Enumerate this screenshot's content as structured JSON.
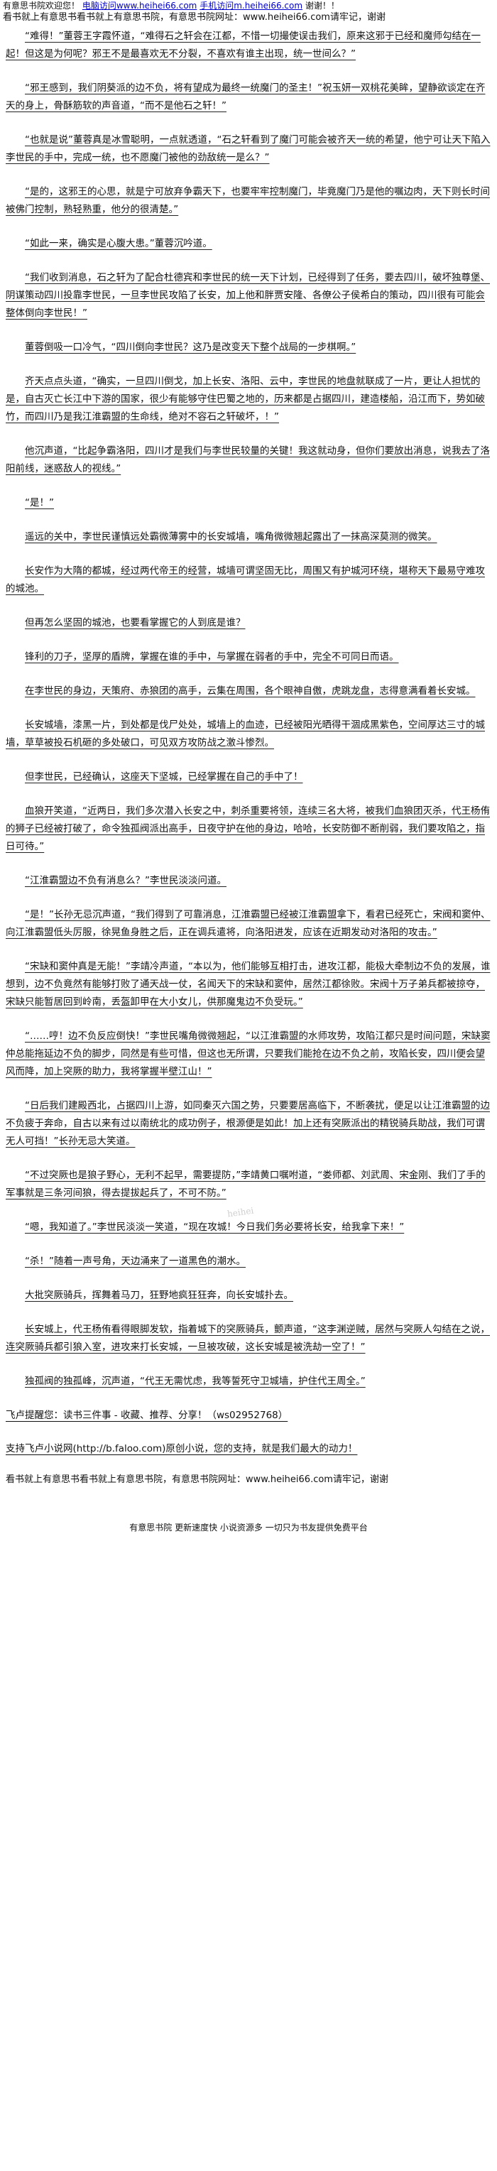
{
  "header": {
    "welcome": "有意思书院欢迎您！",
    "link_computer": "电脑访问www.heihei66.com",
    "link_mobile": "手机访问m.heihei66.com",
    "thanks": "谢谢！！",
    "site_line": "看书就上有意思书看书就上有意思书院，有意思书院网址：www.heihei66.com请牢记，谢谢"
  },
  "paragraphs": [
    "“难得！”董蓉王字霞怀道，“难得石之轩会在江都，不惜一切撮使误击我们，原来这邪于已经和魔师勾结在一起！但这是为何呢？邪王不是最喜欢无不分裂，不喜欢有谁主出现，统一世间么？”",
    "“邪王感到，我们阴葵派的边不负，将有望成为最终一统魔门的圣主！”祝玉妍一双桃花美眸，望静欲谈定在齐天的身上，骨酥筋软的声音道，“而不是他石之轩！”",
    "“也就是说”董蓉真是冰雪聪明，一点就透道，“石之轩看到了魔门可能会被齐天一统的希望，他宁可让天下陷入李世民的手中，完成一统，也不愿魔门被他的劲敌统一是么？”",
    "“是的，这邪王的心思，就是宁可放弃争霸天下，也要牢牢控制魔门，毕竟魔门乃是他的嘱边肉，天下则长时间被佛门控制，熟轻熟重，他分的很清楚。”",
    "“如此一来，确实是心腹大患。”董蓉沉吟道。",
    "“我们收到消息，石之轩为了配合杜德宾和李世民的统一天下计划，已经得到了任务，要去四川，破坏独尊堡、阴谋策动四川投靠李世民，一旦李世民攻陷了长安，加上他和胖贾安隆、各僚公子侯希白的策动，四川很有可能会整体倒向李世民！”",
    "董蓉倒吸一口冷气，“四川倒向李世民？这乃是改变天下整个战局的一步棋啊。”",
    "齐天点点头道，“确实，一旦四川倒戈，加上长安、洛阳、云中，李世民的地盘就联成了一片，更让人担忧的是，自古灭亡长江中下游的国家，很少有能够守住巴蜀之地的，历来都是占据四川，建造楼船，沿江而下，势如破竹，而四川乃是我江淮霸盟的生命线，绝对不容石之轩破坏，！”",
    "他沉声道，“比起争霸洛阳，四川才是我们与李世民较量的关键！我这就动身，但你们要放出消息，说我去了洛阳前线，迷惑敌人的视线。”",
    "“是！”",
    "遥远的关中，李世民谨慎远处霸微薄雾中的长安城墙，嘴角微微翘起露出了一抹高深莫测的微笑。",
    "长安作为大隋的都城，经过两代帝王的经营，城墙可谓坚固无比，周围又有护城河环绕，堪称天下最易守难攻的城池。",
    "但再怎么坚固的城池，也要看掌握它的人到底是谁？",
    "锋利的刀子，坚厚的盾牌，掌握在谁的手中，与掌握在弱者的手中，完全不可同日而语。",
    "在李世民的身边，天策府、赤狼团的高手，云集在周围，各个眼神自傲，虎跳龙盘，志得意满看着长安城。",
    "长安城墙，漆黑一片，到处都是伐尸处处，城墙上的血迹，已经被阳光晒得干涸成黑紫色，空间厚达三寸的城墙，草草被投石机砸的多处破口，可见双方攻防战之激斗惨烈。",
    "但李世民，已经确认，这座天下坚城，已经掌握在自己的手中了！",
    "血狼开笑道，“近两日，我们多次潜入长安之中，刺杀重要将领，连续三名大将，被我们血狼团灭杀，代王杨侑的狮子已经被打破了，命令独孤阀派出高手，日夜守护在他的身边，哈哈，长安防御不断削弱，我们要攻陷之，指日可待。”",
    "“江淮霸盟边不负有消息么？”李世民淡淡问道。",
    "“是！”长孙无忌沉声道，“我们得到了可靠消息，江淮霸盟已经被江淮霸盟拿下，看君已经死亡，宋阀和窦仲、向江淮霸盟低头厉服，徐晃鱼身胜之后，正在调兵遣将，向洛阳进发，应该在近期发动对洛阳的攻击。”",
    "“宋缺和窦仲真是无能！”李靖冷声道，“本以为，他们能够互相打击，进攻江都，能极大牵制边不负的发展，谁想到，边不负竟然有能够打败了通天战一仗，名闻天下的宋缺和窦仲，居然江都徐败。宋阀十万子弟兵都被掠夺，宋缺只能暂居回到岭南，丢盔卸甲在大小女儿，供那魔鬼边不负受玩。”",
    "“……哼！边不负反应倒快！”李世民嘴角微微翘起，“以江淮霸盟的水师攻势，攻陷江都只是时间问题，宋缺窦仲总能拖延边不负的脚步，同然是有些可惜，但这也无所谓，只要我们能抢在边不负之前，攻陷长安，四川便会望风而降，加上突厥的助力，我将掌握半壁江山！”",
    "“日后我们建殿西北，占据四川上游，如同秦灭六国之势，只要要居高临下，不断袭扰，便足以让江淮霸盟的边不负疲于奔命，自古以来有过以南统北的成功例子，根源便是如此！加上还有突厥派出的精锐骑兵助战，我们可谓无人可挡！”长孙无忌大笑道。",
    "“不过突厥也是狼子野心，无利不起早，需要提防，”李靖黄口嘱咐道，“娄师都、刘武周、宋金刚、我们了手的军事就是三条河间狼，得去提拔起兵了，不可不防。”",
    "“嗯，我知道了。”李世民淡淡一笑道，“现在攻城！今日我们务必要将长安，给我拿下来！”",
    "“杀！”随着一声号角，天边涌来了一道黑色的潮水。",
    "大批突厥骑兵，挥舞着马刀，狂野地疯狂狂奔，向长安城扑去。",
    "长安城上，代王杨侑看得眼脚发软，指着城下的突厥骑兵，颤声道，“这李渊逆贼，居然与突厥人勾结在之说，连突厥骑兵都引狼入室，进攻来打长安城，一旦被攻破，这长安城是被洗劫一空了！”",
    "独孤阀的独孤峰，沉声道，“代王无需忧虑，我等誓死守卫城墙，护住代王周全。”"
  ],
  "footer": {
    "promo": "飞卢提醒您：读书三件事 - 收藏、推荐、分享！（ws02952768）",
    "support": "支持飞卢小说网(http://b.faloo.com)原创小说，您的支持，就是我们最大的动力！",
    "site_line": "看书就上有意思书看书就上有意思书院，有意思书院网址：www.heihei66.com请牢记，谢谢",
    "platform": "有意思书院 更新速度快 小说资源多 一切只为书友提供免费平台",
    "watermark": "heihei"
  }
}
